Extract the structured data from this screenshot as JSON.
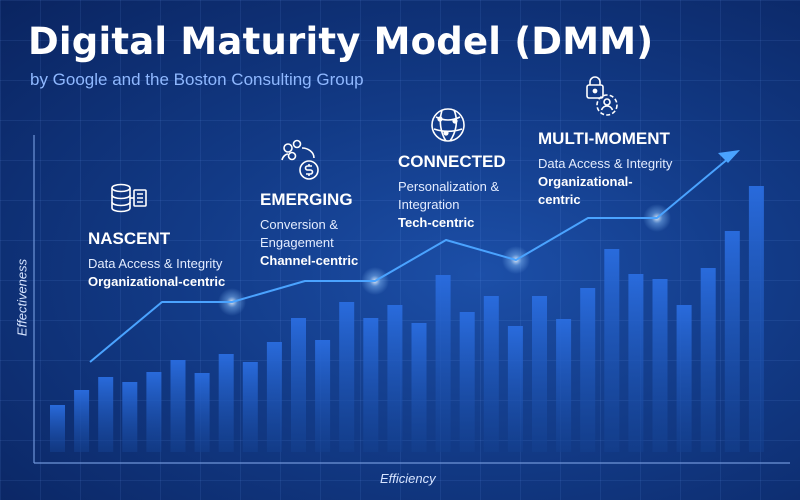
{
  "title": "Digital Maturity Model (DMM)",
  "subtitle": "by Google and the Boston Consulting Group",
  "axes": {
    "y_label": "Effectiveness",
    "x_label": "Efficiency"
  },
  "stages": [
    {
      "name": "NASCENT",
      "lines": [
        "Data Access & Integrity"
      ],
      "focus": "Organizational-centric",
      "icon": "database-chip-icon"
    },
    {
      "name": "EMERGING",
      "lines": [
        "Conversion &",
        "Engagement"
      ],
      "focus": "Channel-centric",
      "icon": "people-dollar-icon"
    },
    {
      "name": "CONNECTED",
      "lines": [
        "Personalization &",
        "Integration"
      ],
      "focus": "Tech-centric",
      "icon": "globe-network-icon"
    },
    {
      "name": "MULTI-MOMENT",
      "lines": [
        "Data Access & Integrity"
      ],
      "focus": "Organizational-centric",
      "icon": "lock-user-gear-icon"
    }
  ],
  "colors": {
    "accent": "#4aa3ff",
    "bar": "#1f5fd0",
    "subtitle": "#8fb8ff"
  }
}
